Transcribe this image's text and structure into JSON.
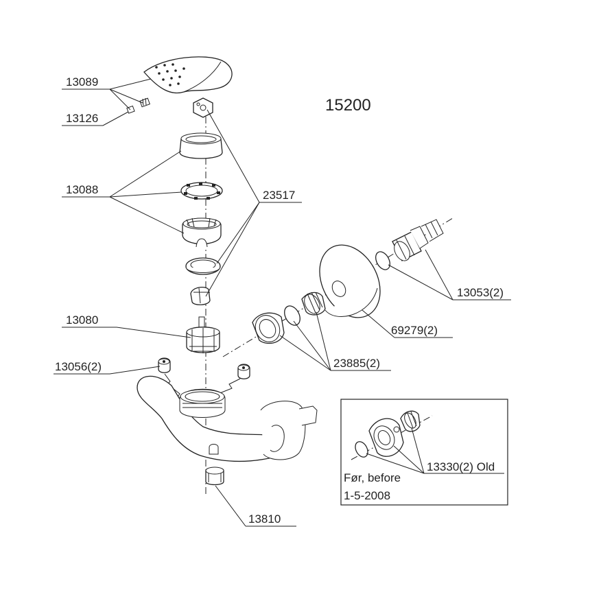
{
  "model_number": "15200",
  "parts": [
    {
      "id": "p13089",
      "label": "13089"
    },
    {
      "id": "p13126",
      "label": "13126"
    },
    {
      "id": "p13088",
      "label": "13088"
    },
    {
      "id": "p23517",
      "label": "23517"
    },
    {
      "id": "p13080",
      "label": "13080"
    },
    {
      "id": "p13056",
      "label": "13056(2)"
    },
    {
      "id": "p23885",
      "label": "23885(2)"
    },
    {
      "id": "p69279",
      "label": "69279(2)"
    },
    {
      "id": "p13053",
      "label": "13053(2)"
    },
    {
      "id": "p13810",
      "label": "13810"
    }
  ],
  "inset": {
    "part_label": "13330(2) Old",
    "note_line1": "Før, before",
    "note_line2": "1-5-2008"
  }
}
